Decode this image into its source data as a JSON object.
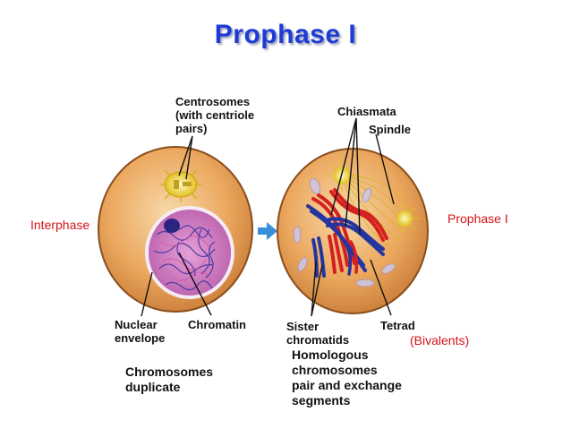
{
  "title": "Prophase I",
  "side_labels": {
    "left": "Interphase",
    "right": "Prophase I",
    "bivalents": "(Bivalents)"
  },
  "diagram_labels": {
    "centrosomes": "Centrosomes\n(with centriole\npairs)",
    "chiasmata": "Chiasmata",
    "spindle": "Spindle",
    "nuclear_envelope": "Nuclear\nenvelope",
    "chromatin": "Chromatin",
    "sister_chromatids": "Sister\nchromatids",
    "tetrad": "Tetrad"
  },
  "captions": {
    "left": "Chromosomes\nduplicate",
    "right": "Homologous\nchromosomes\npair and exchange\nsegments"
  },
  "colors": {
    "title": "#1f3bd6",
    "side_label": "#d4141a",
    "cell_fill": "#e8a55c",
    "chromosome_red": "#d42020",
    "chromosome_blue": "#2535a0",
    "arrow": "#3a8fd8"
  }
}
